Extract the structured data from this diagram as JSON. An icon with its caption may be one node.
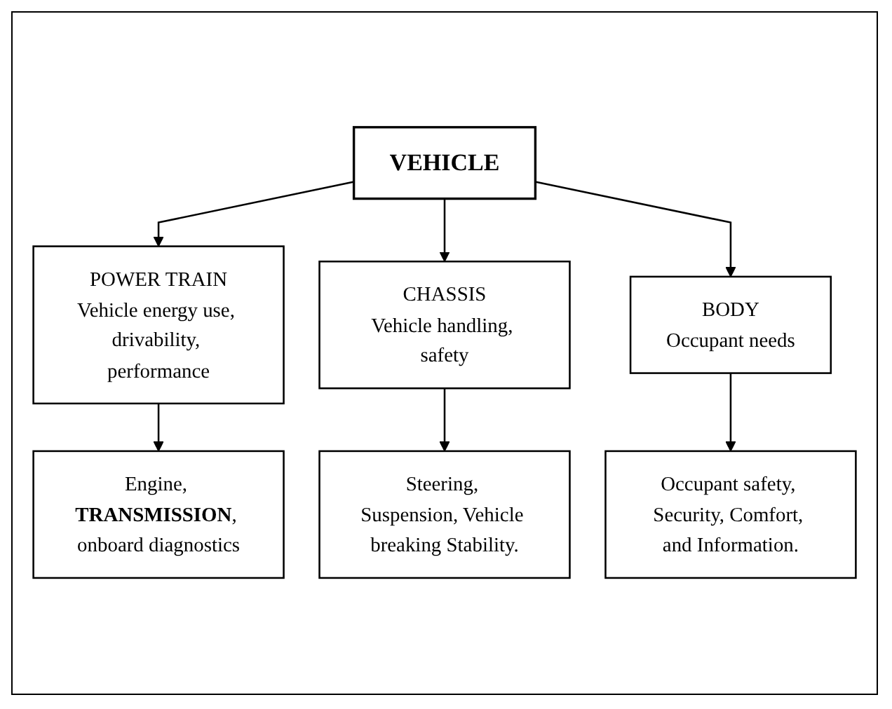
{
  "diagram": {
    "nodes": [
      {
        "text": [
          "VEHICLE"
        ]
      },
      {
        "text": [
          "POWER TRAIN",
          "Vehicle energy use, drivability, performance"
        ]
      },
      {
        "text": [
          "CHASSIS",
          "Vehicle handling, safety"
        ]
      },
      {
        "text": [
          "BODY",
          "Occupant needs"
        ]
      },
      {
        "text": [
          "Engine, **TRANSMISSION**, onboard diagnostics"
        ]
      },
      {
        "text": [
          "Steering, Suspension, Vehicle breaking Stability."
        ]
      },
      {
        "text": [
          "Occupant safety, Security, Comfort, and Information."
        ]
      }
    ],
    "edges": [
      {
        "from": 0,
        "to": 1,
        "arrow": "to"
      },
      {
        "from": 0,
        "to": 2,
        "arrow": "to"
      },
      {
        "from": 0,
        "to": 3,
        "arrow": "to"
      },
      {
        "from": 1,
        "to": 4,
        "arrow": "to"
      },
      {
        "from": 2,
        "to": 5,
        "arrow": "to"
      },
      {
        "from": 3,
        "to": 6,
        "arrow": "to"
      }
    ]
  }
}
